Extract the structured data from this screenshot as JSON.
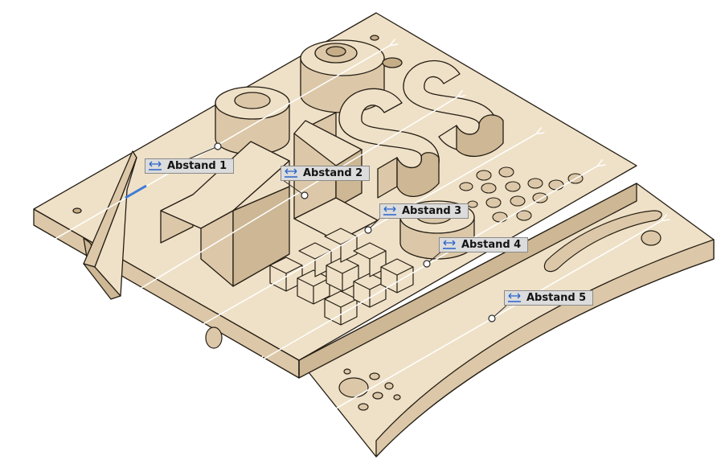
{
  "viewport": {
    "part_name": "zeiss-demo-plate",
    "colors": {
      "part_top": "#efe1c7",
      "part_side": "#dcc8a8",
      "part_dark": "#c5ad88",
      "edge": "#241d14",
      "dimension_line": "#ffffff",
      "dimension_highlight": "#3c7bd6",
      "label_bg": "#dcdcdc",
      "label_border": "#8a8a8a",
      "icon_blue": "#2a62c8"
    }
  },
  "dimensions": [
    {
      "id": "1",
      "label": "Abstand 1",
      "icon": "distance-icon"
    },
    {
      "id": "2",
      "label": "Abstand 2",
      "icon": "distance-icon"
    },
    {
      "id": "3",
      "label": "Abstand 3",
      "icon": "distance-icon"
    },
    {
      "id": "4",
      "label": "Abstand 4",
      "icon": "distance-icon"
    },
    {
      "id": "5",
      "label": "Abstand 5",
      "icon": "distance-icon"
    }
  ]
}
